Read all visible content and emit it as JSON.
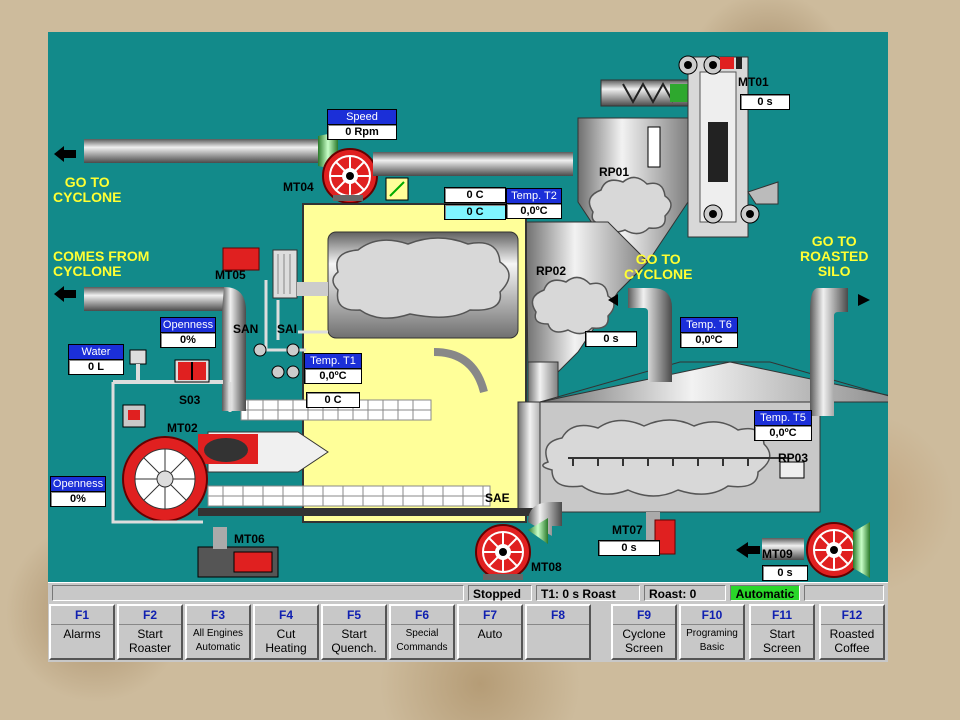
{
  "labels": {
    "go_to_cyclone_1": "GO TO\nCYCLONE",
    "comes_from_cyclone": "COMES FROM\nCYCLONE",
    "go_to_cyclone_2": "GO TO\nCYCLONE",
    "go_to_roasted_silo": "GO TO\nROASTED\nSILO",
    "mt01": "MT01",
    "mt02": "MT02",
    "mt04": "MT04",
    "mt05": "MT05",
    "mt06": "MT06",
    "mt07": "MT07",
    "mt08": "MT08",
    "mt09": "MT09",
    "rp01": "RP01",
    "rp02": "RP02",
    "rp03": "RP03",
    "san": "SAN",
    "sai": "SAI",
    "sae": "SAE",
    "s03": "S03"
  },
  "readouts": {
    "speed_tag": "Speed",
    "speed_val": "0 Rpm",
    "mt01_val": "0 s",
    "t2_box1": "0 C",
    "t2_box2": "0 C",
    "t2_tag": "Temp. T2",
    "t2_val": "0,0ºC",
    "openness1_tag": "Openness",
    "openness1_val": "0%",
    "water_tag": "Water",
    "water_val": "0 L",
    "t1_tag": "Temp. T1",
    "t1_val": "0,0ºC",
    "t1_box": "0 C",
    "rp02_val": "0 s",
    "t6_tag": "Temp. T6",
    "t6_val": "0,0ºC",
    "t5_tag": "Temp. T5",
    "t5_val": "0,0ºC",
    "openness2_tag": "Openness",
    "openness2_val": "0%",
    "mt07_val": "0 s",
    "mt09_val": "0 s"
  },
  "status": {
    "state": "Stopped",
    "t1": "T1: 0 s Roast",
    "roast": "Roast: 0",
    "mode": "Automatic"
  },
  "fkeys": [
    {
      "key": "F1",
      "label": "Alarms"
    },
    {
      "key": "F2",
      "label": "Start\nRoaster"
    },
    {
      "key": "F3",
      "label": "All Engines\nAutomatic"
    },
    {
      "key": "F4",
      "label": "Cut\nHeating"
    },
    {
      "key": "F5",
      "label": "Start\nQuench."
    },
    {
      "key": "F6",
      "label": "Special\nCommands"
    },
    {
      "key": "F7",
      "label": "Auto"
    },
    {
      "key": "F8",
      "label": ""
    },
    {
      "key": "F9",
      "label": "Cyclone\nScreen"
    },
    {
      "key": "F10",
      "label": "Programing\nBasic"
    },
    {
      "key": "F11",
      "label": "Start\nScreen"
    },
    {
      "key": "F12",
      "label": "Roasted\nCoffee"
    }
  ],
  "colors": {
    "screen_bg": "#128a8a",
    "label_yellow": "#ffff33",
    "tag_blue": "#1b2fd8",
    "status_green": "#2ad62a",
    "roaster_body": "#ffff99",
    "motor_red": "#e02020"
  }
}
